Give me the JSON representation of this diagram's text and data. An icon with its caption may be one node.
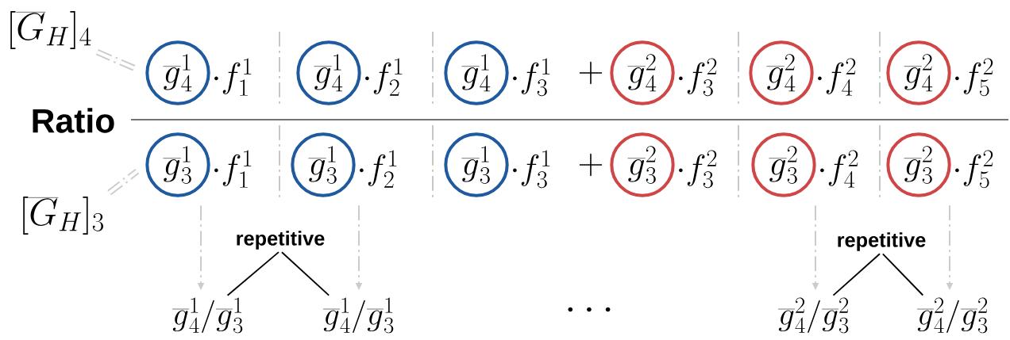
{
  "diagram": {
    "nodes": [
      {
        "text": [
          "[\\overline{G}_H]_4"
        ]
      },
      {
        "text": [
          "\\overline{g}^1_4"
        ],
        "beside": [
          "\\cdot f^1_1"
        ]
      },
      {
        "text": [
          "\\overline{g}^1_4"
        ],
        "beside": [
          "\\cdot f^1_2"
        ]
      },
      {
        "text": [
          "\\overline{g}^1_4"
        ],
        "beside": [
          "\\cdot f^1_3"
        ]
      },
      {
        "text": [
          "\\overline{g}^2_4"
        ],
        "beside": [
          "\\cdot f^2_3"
        ]
      },
      {
        "text": [
          "\\overline{g}^2_4"
        ],
        "beside": [
          "\\cdot f^2_4"
        ]
      },
      {
        "text": [
          "\\overline{g}^2_4"
        ],
        "beside": [
          "\\cdot f^2_5"
        ]
      },
      {
        "text": [
          "[\\overline{G}_H]_3"
        ]
      },
      {
        "text": [
          "\\overline{g}^1_3"
        ],
        "beside": [
          "\\cdot f^1_1"
        ]
      },
      {
        "text": [
          "\\overline{g}^1_3"
        ],
        "beside": [
          "\\cdot f^1_2"
        ]
      },
      {
        "text": [
          "\\overline{g}^1_3"
        ],
        "beside": [
          "\\cdot f^1_3"
        ]
      },
      {
        "text": [
          "\\overline{g}^2_3"
        ],
        "beside": [
          "\\cdot f^2_3"
        ]
      },
      {
        "text": [
          "\\overline{g}^2_3"
        ],
        "beside": [
          "\\cdot f^2_4"
        ]
      },
      {
        "text": [
          "\\overline{g}^2_3"
        ],
        "beside": [
          "\\cdot f^2_5"
        ]
      },
      {
        "text": [
          "repetitive"
        ]
      },
      {
        "text": [
          "repetitive"
        ]
      },
      {
        "text": [
          "\\overline{g}^1_4/\\overline{g}^1_3"
        ]
      },
      {
        "text": [
          "\\overline{g}^1_4/\\overline{g}^1_3"
        ]
      },
      {
        "text": [
          "\\overline{g}^2_4/\\overline{g}^2_3"
        ]
      },
      {
        "text": [
          "\\overline{g}^2_4/\\overline{g}^2_3"
        ]
      }
    ],
    "edges": [
      {
        "from": 0,
        "to": 1,
        "arrow": "none",
        "style": "dashed",
        "color": "#cccccc"
      },
      {
        "from": 7,
        "to": 8,
        "arrow": "none",
        "style": "dashed",
        "color": "#cccccc"
      },
      {
        "from": 8,
        "to": 16,
        "arrow": "to",
        "style": "dashed",
        "color": "#cccccc"
      },
      {
        "from": 9,
        "to": 17,
        "arrow": "to",
        "style": "dashed",
        "color": "#cccccc"
      },
      {
        "from": 12,
        "to": 18,
        "arrow": "to",
        "style": "dashed",
        "color": "#cccccc"
      },
      {
        "from": 13,
        "to": 19,
        "arrow": "to",
        "style": "dashed",
        "color": "#cccccc"
      },
      {
        "from": 14,
        "to": 16,
        "arrow": "none",
        "color": "#000000"
      },
      {
        "from": 14,
        "to": 17,
        "arrow": "none",
        "color": "#000000"
      },
      {
        "from": 15,
        "to": 18,
        "arrow": "none",
        "color": "#000000"
      },
      {
        "from": 15,
        "to": 19,
        "arrow": "none",
        "color": "#000000"
      }
    ],
    "labels": [
      "+",
      "Ratio",
      "+",
      "\\cdots"
    ]
  }
}
